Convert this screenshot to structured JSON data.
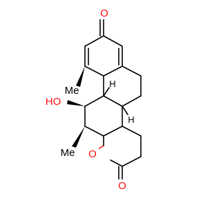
{
  "colors": {
    "carbon": "#000000",
    "oxygen": "#ff0d0d",
    "background": "#ffffff"
  },
  "atoms": {
    "ketone_o": "O",
    "hydroxyl": "HO",
    "ring_o": "O",
    "lactone_o": "O",
    "methyl_top": "Me",
    "methyl_bottom": "Me",
    "h_upper": "H",
    "h_lower": "H"
  }
}
